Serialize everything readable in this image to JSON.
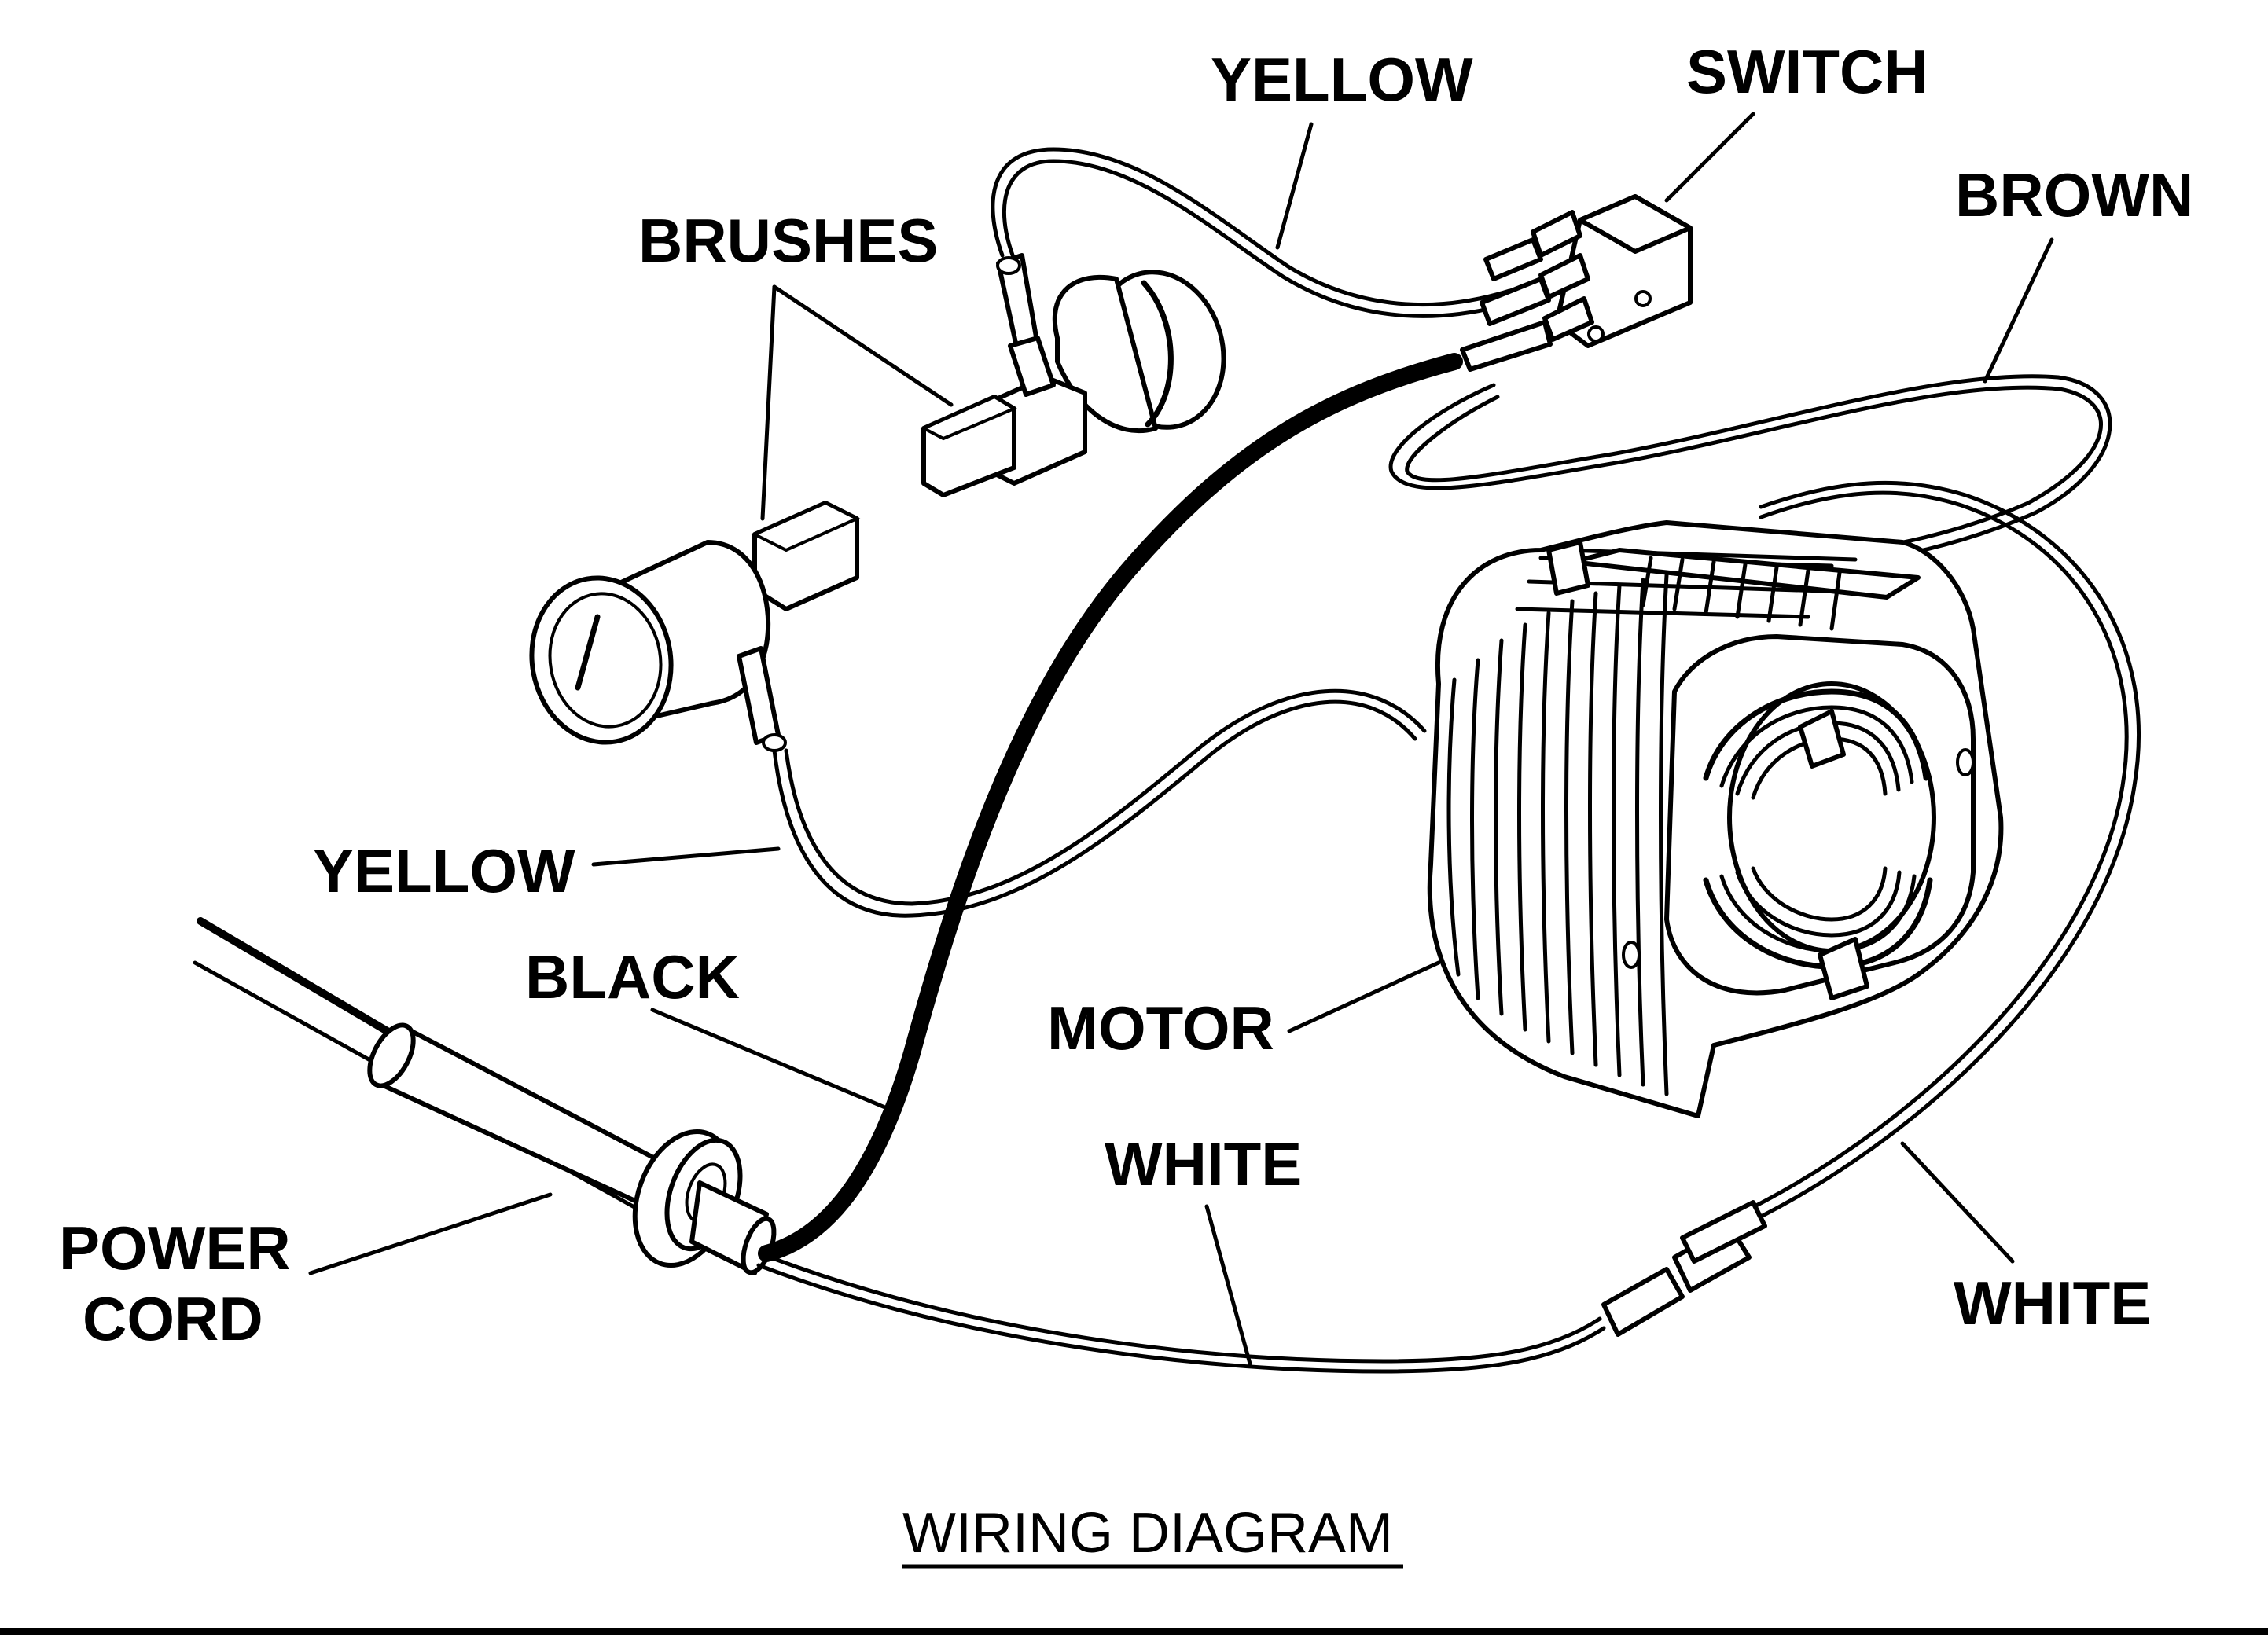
{
  "diagram": {
    "title": "WIRING DIAGRAM",
    "labels": {
      "yellow_top": "YELLOW",
      "switch": "SWITCH",
      "brown": "BROWN",
      "brushes": "BRUSHES",
      "yellow_left": "YELLOW",
      "black": "BLACK",
      "motor": "MOTOR",
      "white_mid": "WHITE",
      "white_right": "WHITE",
      "power_line1": "POWER",
      "power_line2": "CORD"
    }
  }
}
